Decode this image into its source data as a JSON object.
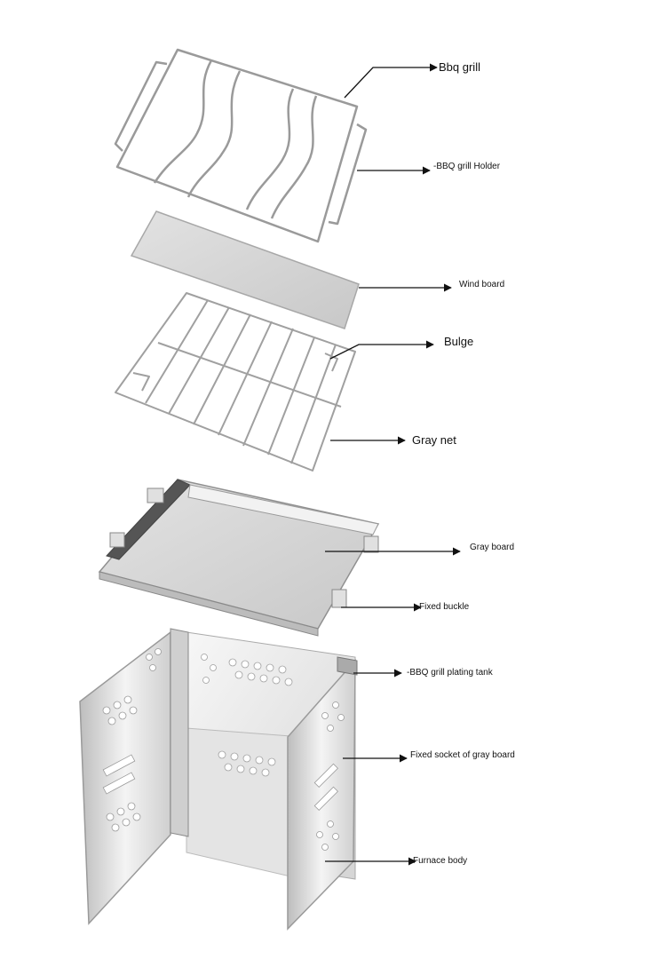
{
  "labels": {
    "bbq_grill": "Bbq grill",
    "bbq_grill_holder": "-BBQ grill Holder",
    "wind_board": "Wind board",
    "bulge": "Bulge",
    "gray_net": "Gray net",
    "gray_board": "Gray board",
    "fixed_buckle": "Fixed buckle",
    "bbq_grill_plating_tank": "-BBQ grill plating tank",
    "fixed_socket_of_gray_board": "Fixed socket of gray board",
    "furnace_body": "Furnace body"
  },
  "colors": {
    "steel_light": "#eeeeee",
    "steel_mid": "#cfcfcf",
    "steel_dark": "#8f8f8f",
    "wire": "#9a9a9a",
    "leader": "#111111"
  }
}
